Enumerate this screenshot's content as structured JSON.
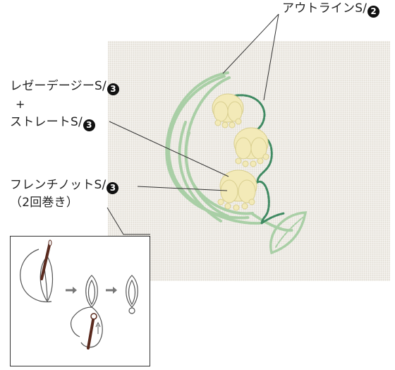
{
  "labels": {
    "outline": "アウトラインS/",
    "outline_num": "2",
    "lazy_daisy": "レゼーデージーS/",
    "lazy_daisy_num": "3",
    "plus": "+",
    "straight": "ストレートS/",
    "straight_num": "3",
    "french_knot": "フレンチノットS/",
    "french_knot_num": "3",
    "french_knot_turns": "（2回巻き）"
  },
  "colors": {
    "stem_green": "#3f8a62",
    "leaf_green": "#9cc79b",
    "flower_cream": "#f3eab8",
    "fabric": "#efece6"
  }
}
